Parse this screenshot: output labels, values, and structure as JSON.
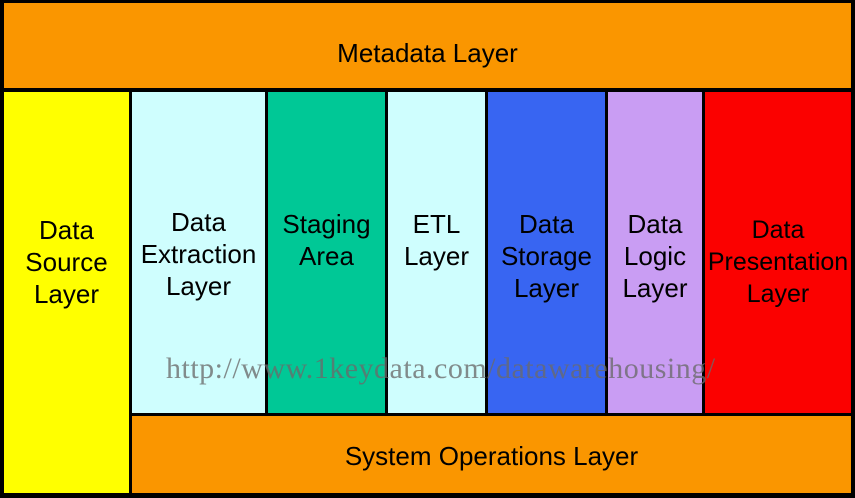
{
  "metadata_band": {
    "label": "Metadata Layer",
    "color": "#FA9600"
  },
  "system_operations_band": {
    "label": "System Operations Layer",
    "color": "#FA9600"
  },
  "columns": [
    {
      "id": "data-source-layer",
      "label": "Data\nSource\nLayer",
      "color": "#FFFF00"
    },
    {
      "id": "data-extraction-layer",
      "label": "Data\nExtraction\nLayer",
      "color": "#CFFEFE"
    },
    {
      "id": "staging-area",
      "label": "Staging\nArea",
      "color": "#00C896"
    },
    {
      "id": "etl-layer",
      "label": "ETL\nLayer",
      "color": "#CFFEFE"
    },
    {
      "id": "data-storage-layer",
      "label": "Data\nStorage\nLayer",
      "color": "#3865F2"
    },
    {
      "id": "data-logic-layer",
      "label": "Data\nLogic\nLayer",
      "color": "#C99DF3"
    },
    {
      "id": "data-presentation-layer",
      "label": "Data\nPresentation\nLayer",
      "color": "#FB0100"
    }
  ],
  "watermark": {
    "text": "http://www.1keydata.com/datawarehousing/",
    "color": "rgba(106,106,106,0.78)"
  },
  "border_color": "#000000"
}
